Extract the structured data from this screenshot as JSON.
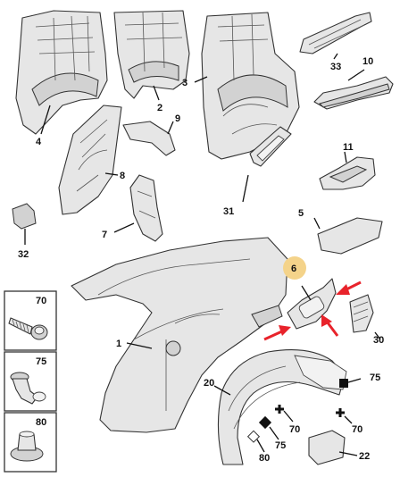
{
  "callouts": {
    "c1": "1",
    "c2": "2",
    "c3": "3",
    "c4": "4",
    "c5": "5",
    "c6": "6",
    "c7": "7",
    "c8": "8",
    "c9": "9",
    "c10": "10",
    "c11": "11",
    "c20": "20",
    "c22": "22",
    "c30": "30",
    "c31": "31",
    "c32": "32",
    "c33": "33",
    "c70a": "70",
    "c70b": "70",
    "c75": "75",
    "c75b": "75",
    "c80": "80"
  },
  "legend": {
    "fastener_70": "70",
    "fastener_75": "75",
    "fastener_80": "80"
  },
  "colors": {
    "highlight": "#f4d38a",
    "arrow": "#e8232b"
  }
}
